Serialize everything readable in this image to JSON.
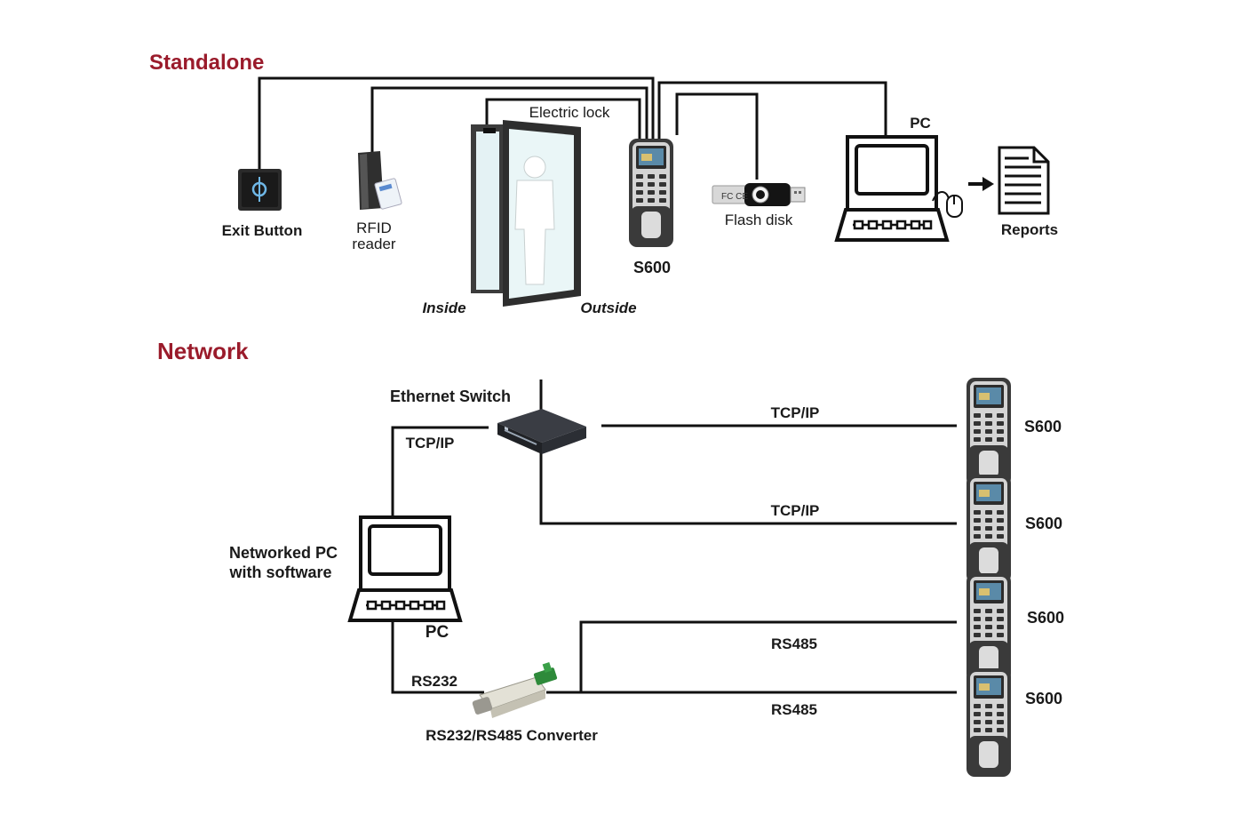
{
  "standalone": {
    "title": "Standalone",
    "labels": {
      "exit_button": "Exit Button",
      "rfid_line1": "RFID",
      "rfid_line2": "reader",
      "electric_lock": "Electric lock",
      "inside": "Inside",
      "outside": "Outside",
      "terminal": "S600",
      "flash_disk": "Flash disk",
      "pc": "PC",
      "reports": "Reports"
    },
    "flash_brand_mark": "FC CE"
  },
  "network": {
    "title": "Network",
    "labels": {
      "ethernet_switch": "Ethernet Switch",
      "tcpip_pc": "TCP/IP",
      "tcpip_1": "TCP/IP",
      "tcpip_2": "TCP/IP",
      "networked_pc_line1": "Networked PC",
      "networked_pc_line2": "with software",
      "pc": "PC",
      "rs232": "RS232",
      "converter": "RS232/RS485 Converter",
      "rs485_1": "RS485",
      "rs485_2": "RS485",
      "terminal_1": "S600",
      "terminal_2": "S600",
      "terminal_3": "S600",
      "terminal_4": "S600"
    }
  },
  "colors": {
    "section_title": "#9a1b2b",
    "wire": "#111111",
    "device_body": "#3a3a3a",
    "screen": "#5a8aa8"
  },
  "icons": [
    "exit-button-icon",
    "rfid-reader-icon",
    "door-icon",
    "fingerprint-terminal-icon",
    "flash-disk-icon",
    "laptop-icon",
    "mouse-icon",
    "arrow-right-icon",
    "report-document-icon",
    "ethernet-switch-icon",
    "converter-icon"
  ]
}
